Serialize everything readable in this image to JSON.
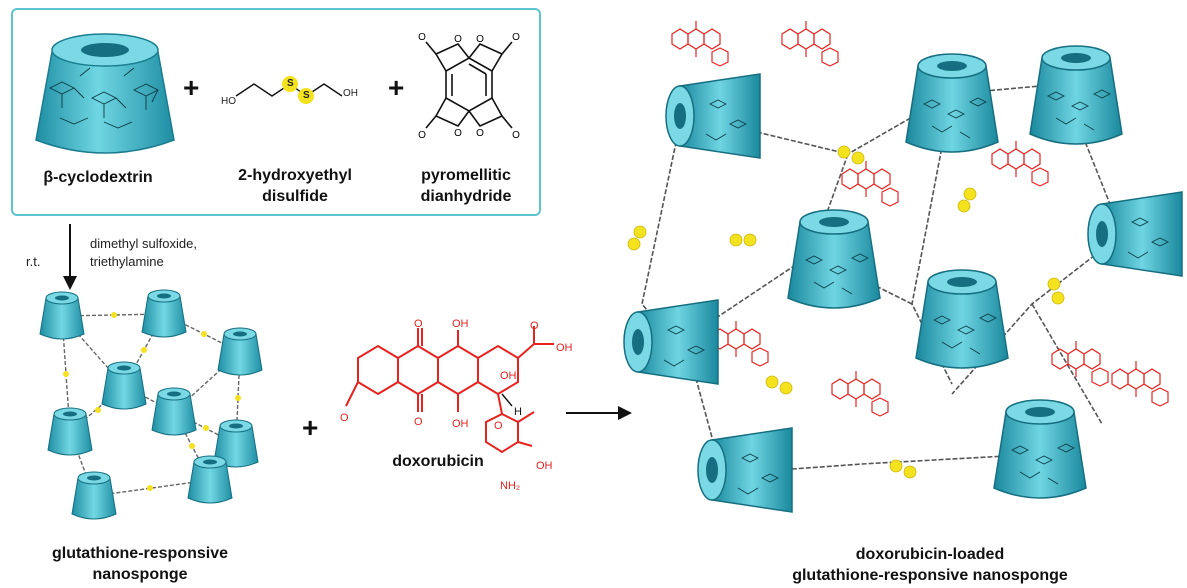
{
  "reactants": {
    "beta_cyclodextrin": "β-cyclodextrin",
    "disulfide_line1": "2-hydroxyethyl",
    "disulfide_line2": "disulfide",
    "dianhydride_line1": "pyromellitic",
    "dianhydride_line2": "dianhydride",
    "plus": "+",
    "disulfide_oh_left": "HO",
    "disulfide_oh_right": "OH",
    "disulfide_s": "S"
  },
  "conditions": {
    "temperature": "r.t.",
    "solvent_line1": "dimethyl sulfoxide,",
    "solvent_line2": "triethylamine"
  },
  "drug": {
    "name": "doxorubicin",
    "atom_o": "O",
    "atom_oh": "OH",
    "atom_h": "H",
    "atom_nh2": "NH₂"
  },
  "products": {
    "nanosponge_line1": "glutathione-responsive",
    "nanosponge_line2": "nanosponge",
    "loaded_line1": "doxorubicin-loaded",
    "loaded_line2": "glutathione-responsive nanosponge"
  },
  "colors": {
    "cyclodextrin": "#3db3c6",
    "box_border": "#5cc3cf",
    "doxorubicin": "#e8231f",
    "sulfur": "#f3e21d",
    "linker": "#555555"
  }
}
